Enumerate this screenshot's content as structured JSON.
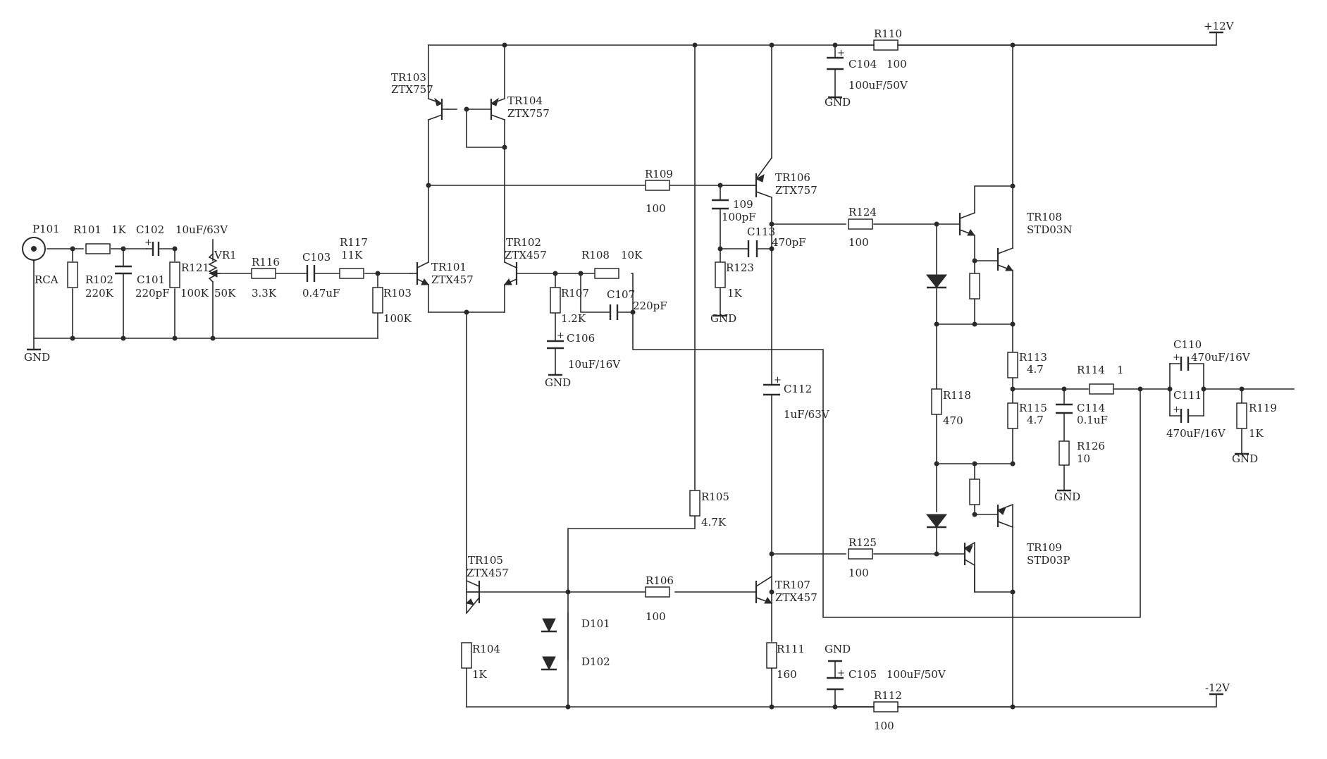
{
  "rails": {
    "positive": "+12V",
    "negative": "-12V"
  },
  "input": {
    "connector": "P101",
    "type": "RCA",
    "gnd": "GND"
  },
  "resistors": {
    "r101": {
      "ref": "R101",
      "value": "1K"
    },
    "r102": {
      "ref": "R102",
      "value": "220K"
    },
    "r121": {
      "ref": "R121",
      "value": "100K"
    },
    "vr1": {
      "ref": "VR1",
      "value": "50K"
    },
    "r116": {
      "ref": "R116",
      "value": "3.3K"
    },
    "r117": {
      "ref": "R117",
      "value": "11K"
    },
    "r103": {
      "ref": "R103",
      "value": "100K"
    },
    "r108": {
      "ref": "R108",
      "value": "10K"
    },
    "r107": {
      "ref": "R107",
      "value": "1.2K"
    },
    "r109": {
      "ref": "R109",
      "value": "100"
    },
    "r110": {
      "ref": "R110",
      "value": "100"
    },
    "r123": {
      "ref": "R123",
      "value": "1K"
    },
    "r124": {
      "ref": "R124",
      "value": "100"
    },
    "r125": {
      "ref": "R125",
      "value": "100"
    },
    "r118": {
      "ref": "R118",
      "value": "470"
    },
    "r113": {
      "ref": "R113",
      "value": "4.7"
    },
    "r115": {
      "ref": "R115",
      "value": "4.7"
    },
    "r114": {
      "ref": "R114",
      "value": "1"
    },
    "r126": {
      "ref": "R126",
      "value": "10"
    },
    "r119": {
      "ref": "R119",
      "value": "1K"
    },
    "r105": {
      "ref": "R105",
      "value": "4.7K"
    },
    "r106": {
      "ref": "R106",
      "value": "100"
    },
    "r104": {
      "ref": "R104",
      "value": "1K"
    },
    "r111": {
      "ref": "R111",
      "value": "160"
    },
    "r112": {
      "ref": "R112",
      "value": "100"
    }
  },
  "capacitors": {
    "c101": {
      "ref": "C101",
      "value": "220pF"
    },
    "c102": {
      "ref": "C102",
      "value": "10uF/63V"
    },
    "c103": {
      "ref": "C103",
      "value": "0.47uF"
    },
    "c104": {
      "ref": "C104",
      "value": "100uF/50V"
    },
    "c105": {
      "ref": "C105",
      "value": "100uF/50V"
    },
    "c106": {
      "ref": "C106",
      "value": "10uF/16V"
    },
    "c107": {
      "ref": "C107",
      "value": "220pF"
    },
    "c109": {
      "ref": "109",
      "value": "100pF"
    },
    "c113": {
      "ref": "C113",
      "value": "470pF"
    },
    "c112": {
      "ref": "C112",
      "value": "1uF/63V"
    },
    "c114": {
      "ref": "C114",
      "value": "0.1uF"
    },
    "c110": {
      "ref": "C110",
      "value": "470uF/16V"
    },
    "c111": {
      "ref": "C111",
      "value": "470uF/16V"
    }
  },
  "transistors": {
    "tr101": {
      "ref": "TR101",
      "part": "ZTX457"
    },
    "tr102": {
      "ref": "TR102",
      "part": "ZTX457"
    },
    "tr103": {
      "ref": "TR103",
      "part": "ZTX757"
    },
    "tr104": {
      "ref": "TR104",
      "part": "ZTX757"
    },
    "tr105": {
      "ref": "TR105",
      "part": "ZTX457"
    },
    "tr106": {
      "ref": "TR106",
      "part": "ZTX757"
    },
    "tr107": {
      "ref": "TR107",
      "part": "ZTX457"
    },
    "tr108": {
      "ref": "TR108",
      "part": "STD03N"
    },
    "tr109": {
      "ref": "TR109",
      "part": "STD03P"
    }
  },
  "diodes": {
    "d101": {
      "ref": "D101"
    },
    "d102": {
      "ref": "D102"
    }
  },
  "gnd_label": "GND"
}
